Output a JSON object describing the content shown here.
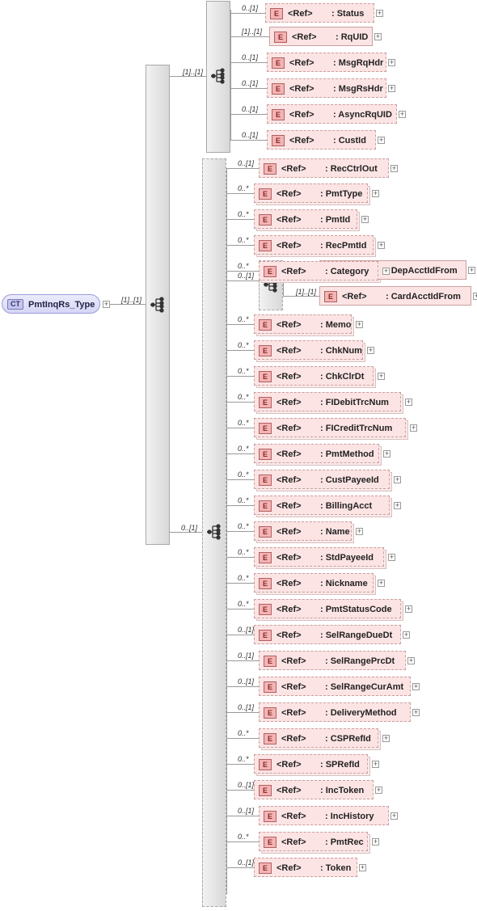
{
  "root_type": {
    "badge": "CT",
    "name": "PmtInqRs_Type",
    "connector_cardinality": "[1]..[1]"
  },
  "groups": [
    {
      "cardinality": "[1]..[1]",
      "elements": [
        {
          "ref": "<Ref>",
          "name": ": Status",
          "card": "0..[1]",
          "optional": true
        },
        {
          "ref": "<Ref>",
          "name": ": RqUID",
          "card": "[1]..[1]",
          "optional": false
        },
        {
          "ref": "<Ref>",
          "name": ": MsgRqHdr",
          "card": "0..[1]",
          "optional": true
        },
        {
          "ref": "<Ref>",
          "name": ": MsgRsHdr",
          "card": "0..[1]",
          "optional": true
        },
        {
          "ref": "<Ref>",
          "name": ": AsyncRqUID",
          "card": "0..[1]",
          "optional": true
        },
        {
          "ref": "<Ref>",
          "name": ": CustId",
          "card": "0..[1]",
          "optional": true
        }
      ]
    },
    {
      "cardinality": "0..[1]",
      "elements": [
        {
          "ref": "<Ref>",
          "name": ": RecCtrlOut",
          "card": "0..[1]",
          "optional": true
        },
        {
          "ref": "<Ref>",
          "name": ": PmtType",
          "card": "0..*",
          "optional": true,
          "multi": true
        },
        {
          "ref": "<Ref>",
          "name": ": PmtId",
          "card": "0..*",
          "optional": true,
          "multi": true
        },
        {
          "ref": "<Ref>",
          "name": ": RecPmtId",
          "card": "0..*",
          "optional": true,
          "multi": true
        },
        {
          "type": "choice",
          "card": "0..[1]",
          "elements": [
            {
              "ref": "<Ref>",
              "name": ": DepAcctIdFrom",
              "card": "[1]..[1]",
              "optional": false
            },
            {
              "ref": "<Ref>",
              "name": ": CardAcctIdFrom",
              "card": "[1]..[1]",
              "optional": false
            }
          ]
        },
        {
          "ref": "<Ref>",
          "name": ": Category",
          "card": "0..*",
          "optional": true,
          "multi": true
        },
        {
          "ref": "<Ref>",
          "name": ": Memo",
          "card": "0..*",
          "optional": true,
          "multi": true
        },
        {
          "ref": "<Ref>",
          "name": ": ChkNum",
          "card": "0..*",
          "optional": true,
          "multi": true
        },
        {
          "ref": "<Ref>",
          "name": ": ChkClrDt",
          "card": "0..*",
          "optional": true,
          "multi": true
        },
        {
          "ref": "<Ref>",
          "name": ": FIDebitTrcNum",
          "card": "0..*",
          "optional": true,
          "multi": true
        },
        {
          "ref": "<Ref>",
          "name": ": FICreditTrcNum",
          "card": "0..*",
          "optional": true,
          "multi": true
        },
        {
          "ref": "<Ref>",
          "name": ": PmtMethod",
          "card": "0..*",
          "optional": true,
          "multi": true
        },
        {
          "ref": "<Ref>",
          "name": ": CustPayeeId",
          "card": "0..*",
          "optional": true,
          "multi": true
        },
        {
          "ref": "<Ref>",
          "name": ": BillingAcct",
          "card": "0..*",
          "optional": true,
          "multi": true
        },
        {
          "ref": "<Ref>",
          "name": ": Name",
          "card": "0..*",
          "optional": true,
          "multi": true
        },
        {
          "ref": "<Ref>",
          "name": ": StdPayeeId",
          "card": "0..*",
          "optional": true,
          "multi": true
        },
        {
          "ref": "<Ref>",
          "name": ": Nickname",
          "card": "0..*",
          "optional": true,
          "multi": true
        },
        {
          "ref": "<Ref>",
          "name": ": PmtStatusCode",
          "card": "0..*",
          "optional": true,
          "multi": true
        },
        {
          "ref": "<Ref>",
          "name": ": SelRangeDueDt",
          "card": "0..[1]",
          "optional": true
        },
        {
          "ref": "<Ref>",
          "name": ": SelRangePrcDt",
          "card": "0..[1]",
          "optional": true
        },
        {
          "ref": "<Ref>",
          "name": ": SelRangeCurAmt",
          "card": "0..[1]",
          "optional": true
        },
        {
          "ref": "<Ref>",
          "name": ": DeliveryMethod",
          "card": "0..[1]",
          "optional": true
        },
        {
          "ref": "<Ref>",
          "name": ": CSPRefId",
          "card": "0..*",
          "optional": true,
          "multi": true
        },
        {
          "ref": "<Ref>",
          "name": ": SPRefId",
          "card": "0..*",
          "optional": true,
          "multi": true
        },
        {
          "ref": "<Ref>",
          "name": ": IncToken",
          "card": "0..[1]",
          "optional": true
        },
        {
          "ref": "<Ref>",
          "name": ": IncHistory",
          "card": "0..[1]",
          "optional": true
        },
        {
          "ref": "<Ref>",
          "name": ": PmtRec",
          "card": "0..*",
          "optional": true,
          "multi": true
        },
        {
          "ref": "<Ref>",
          "name": ": Token",
          "card": "0..[1]",
          "optional": true
        }
      ]
    }
  ],
  "element_badge": "E",
  "expand_symbol": "+",
  "colors": {
    "element_fill": "#fde4e4",
    "element_border": "#c8a0a0",
    "complex_type_fill": "#d6d6f6",
    "connector": "#9a9a9a"
  }
}
